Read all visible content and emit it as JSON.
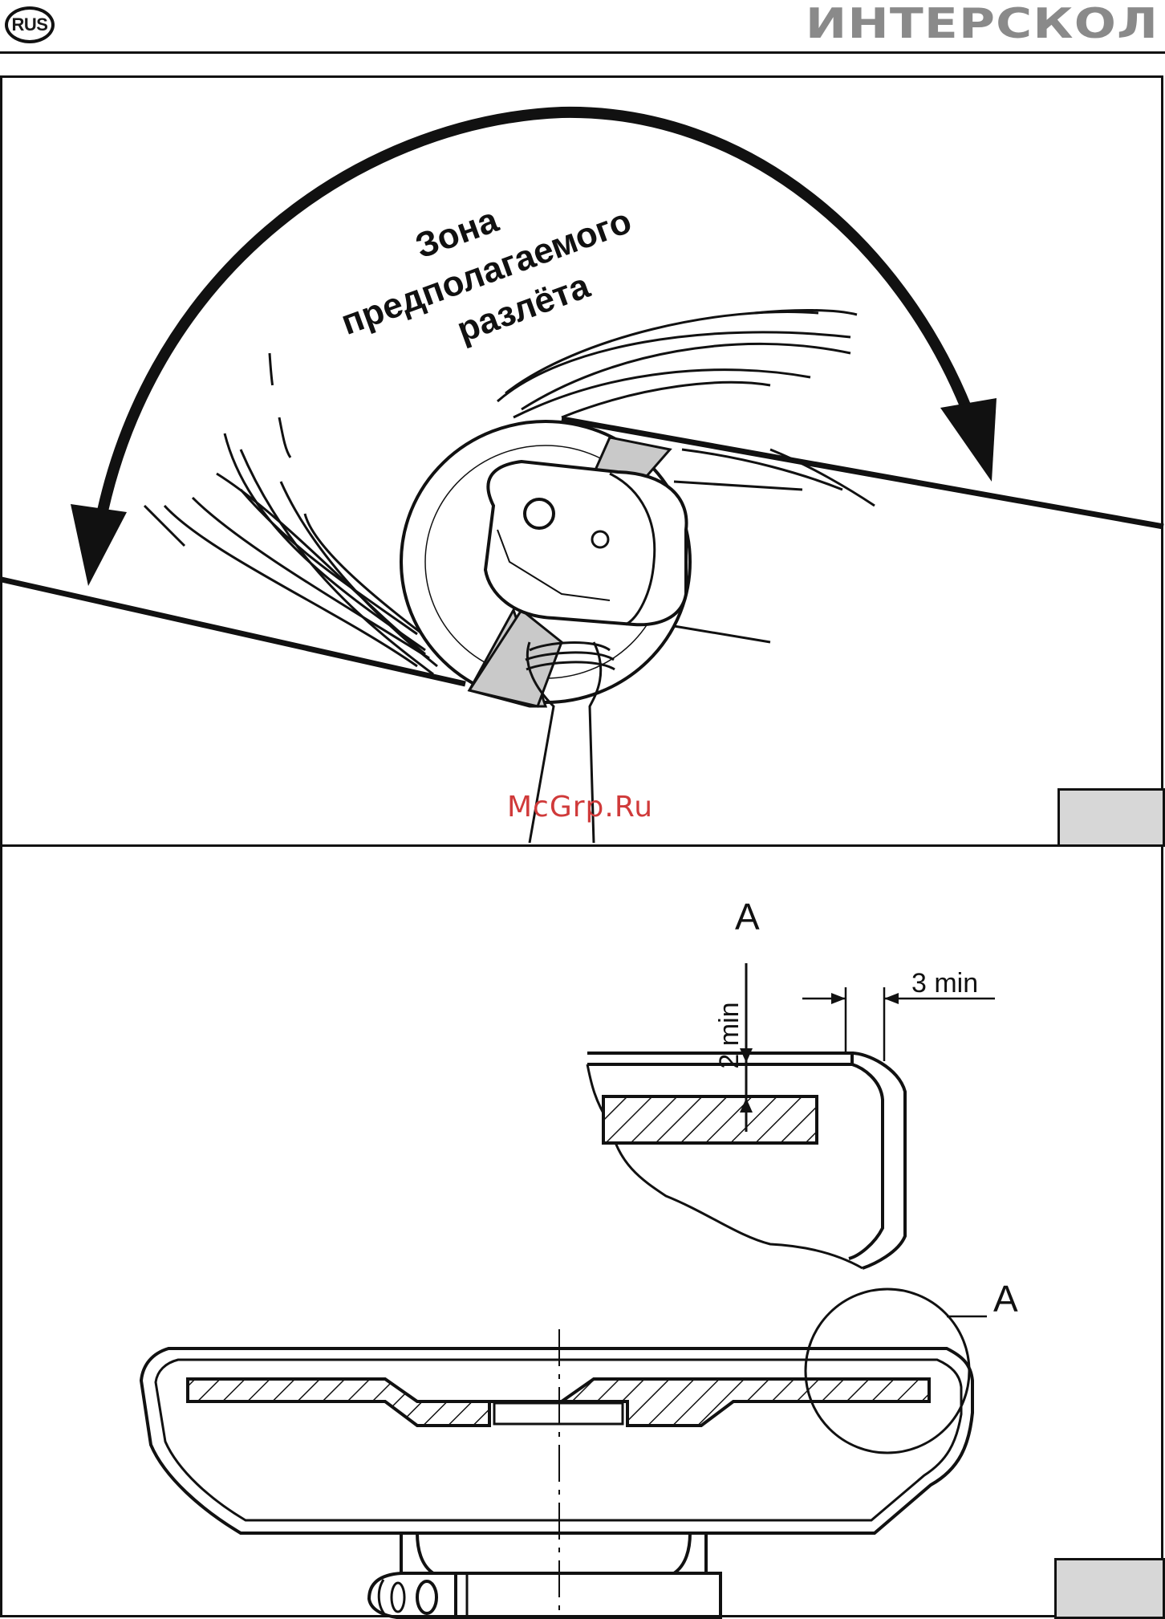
{
  "header": {
    "lang_badge": "RUS",
    "brand": "ИНТЕРСКОЛ"
  },
  "figure1": {
    "zone_lines": [
      "Зона",
      "предполагаемого",
      "разлёта"
    ],
    "watermark": "McGrp.Ru"
  },
  "figure2": {
    "detail_label": "A",
    "detail_ref_label": "A",
    "dim_vertical": "2 min",
    "dim_horizontal": "3 min"
  },
  "colors": {
    "ink": "#111111",
    "guard_gray": "#c9c9c9",
    "tab_gray": "#d7d7d7",
    "brand_gray": "#8a8a8a",
    "watermark_red": "#d03a3a"
  },
  "icons": [
    "curved-arrow-icon",
    "angle-grinder-illustration",
    "guard-cross-section"
  ]
}
